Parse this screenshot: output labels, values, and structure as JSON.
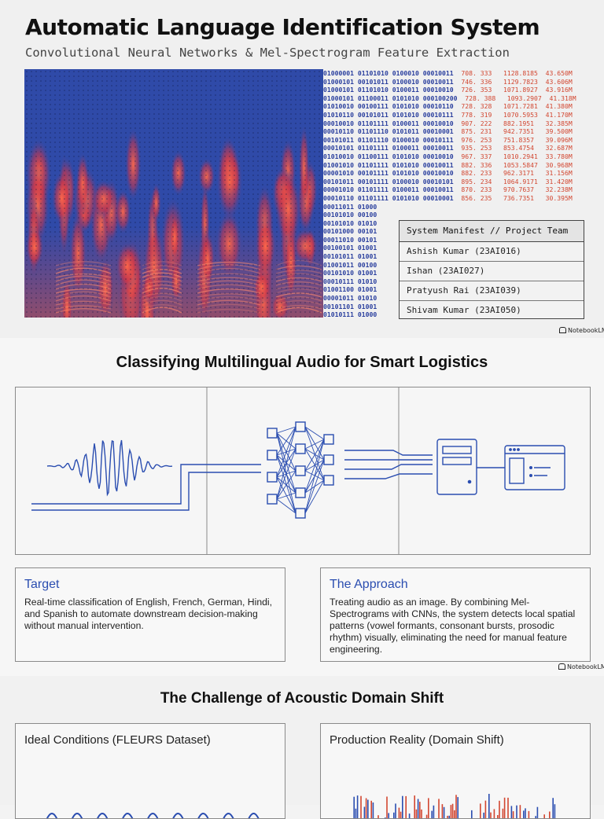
{
  "slide1": {
    "title": "Automatic Language Identification System",
    "subtitle": "Convolutional Neural Networks & Mel-Spectrogram Feature Extraction",
    "binary_rows": [
      [
        "01000001 01101010 0100010 00010011",
        "708. 333   1128.8185  43.650M"
      ],
      [
        "01000101 00101011 0100010 00010011",
        "746. 336   1129.7823  43.606M"
      ],
      [
        "01000101 01101010 0100011 00010010",
        "726. 353   1071.8927  43.916M"
      ],
      [
        "01000101 01100011 0101010 000100200",
        "728. 388   1093.2907  41.318M"
      ],
      [
        "01010010 00100111 0101010 00010110",
        "728. 328   1071.7281  41.380M"
      ],
      [
        "01010110 00101011 0101010 00010111",
        "778. 319   1070.5953  41.170M"
      ],
      [
        "00010010 01101111 0100011 00010010",
        "907. 222   882.1951   32.385M"
      ],
      [
        "00010110 01101110 0101011 00010001",
        "875. 231   942.7351   39.500M"
      ],
      [
        "00101011 01101110 0100010 00010111",
        "976. 253   751.8357   39.096M"
      ],
      [
        "00010101 01101111 0100011 00010011",
        "935. 253   853.4754   32.687M"
      ],
      [
        "01010010 01100111 0101010 00010010",
        "967. 337   1010.2941  33.780M"
      ],
      [
        "01001010 01101111 0101010 00010011",
        "882. 336   1053.5847  30.968M"
      ],
      [
        "00001010 00101111 0101010 00010010",
        "882. 233   962.3171   31.156M"
      ],
      [
        "00101011 00101111 0100010 00010101",
        "895. 234   1064.9171  31.420M"
      ],
      [
        "00001010 01101111 0100011 00010011",
        "870. 233   970.7637   32.238M"
      ],
      [
        "00010110 01101111 0101010 00010001",
        "856. 235   736.7351   30.395M"
      ],
      [
        "00011011 01000"
      ],
      [
        "00101010 00100"
      ],
      [
        "00101010 01010"
      ],
      [
        "00101000 00101"
      ],
      [
        "00011010 00101"
      ],
      [
        "00100101 01001"
      ],
      [
        "00101011 01001"
      ],
      [
        "01001011 00100"
      ],
      [
        "00101010 01001"
      ],
      [
        "00010111 01010"
      ],
      [
        "01001100 01001"
      ],
      [
        "00001011 01010"
      ],
      [
        "00101101 01001"
      ],
      [
        "01010111 01000"
      ]
    ],
    "manifest": {
      "header": "System Manifest // Project Team",
      "members": [
        "Ashish Kumar (23AI016)",
        "Ishan (23AI027)",
        "Pratyush Rai (23AI039)",
        "Shivam Kumar (23AI050)"
      ]
    },
    "brand": "NotebookLM"
  },
  "slide2": {
    "title": "Classifying Multilingual Audio for Smart Logistics",
    "target_title": "Target",
    "target_text": "Real-time classification of English, French, German, Hindi, and Spanish to automate downstream decision-making without manual intervention.",
    "approach_title": "The Approach",
    "approach_text": "Treating audio as an image. By combining Mel-Spectrograms with CNNs, the system detects local spatial patterns (vowel formants, consonant bursts, prosodic rhythm) visually, eliminating the need for manual feature engineering.",
    "brand": "NotebookLM",
    "icons": [
      "waveform-icon",
      "neural-network-icon",
      "server-icon",
      "application-window-icon"
    ]
  },
  "slide3": {
    "title": "The Challenge of Acoustic Domain Shift",
    "ideal_title": "Ideal Conditions (FLEURS Dataset)",
    "production_title": "Production Reality (Domain Shift)"
  },
  "colors": {
    "accent_blue": "#2a4db0",
    "accent_red": "#d24630",
    "spectrogram_bg": "#2f4aa8"
  }
}
